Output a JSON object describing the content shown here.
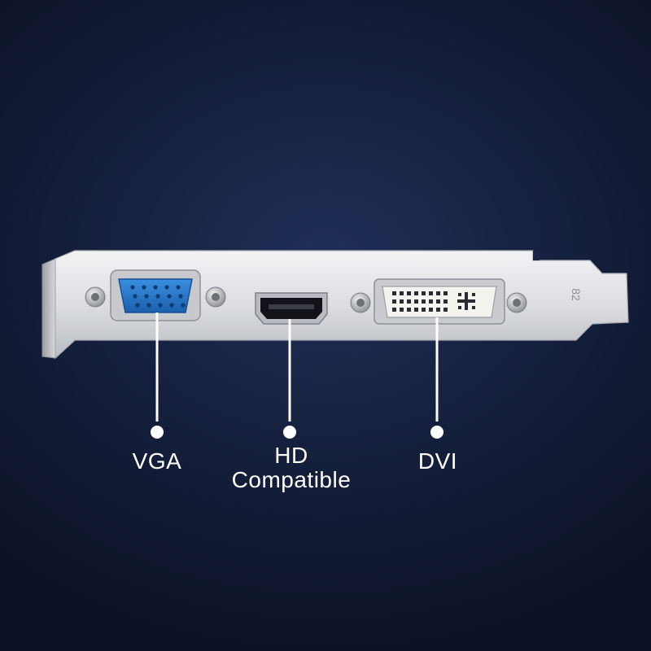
{
  "ports": [
    {
      "name": "VGA",
      "lines": [
        "VGA"
      ]
    },
    {
      "name": "HD Compatible",
      "lines": [
        "HD",
        "Compatible"
      ]
    },
    {
      "name": "DVI",
      "lines": [
        "DVI"
      ]
    }
  ],
  "bracket_marking": "82",
  "colors": {
    "background": "#16213f",
    "bracket": "#d9dbde",
    "vga_connector": "#1f73c9",
    "label_text": "#ffffff",
    "pointer": "#ffffff"
  }
}
